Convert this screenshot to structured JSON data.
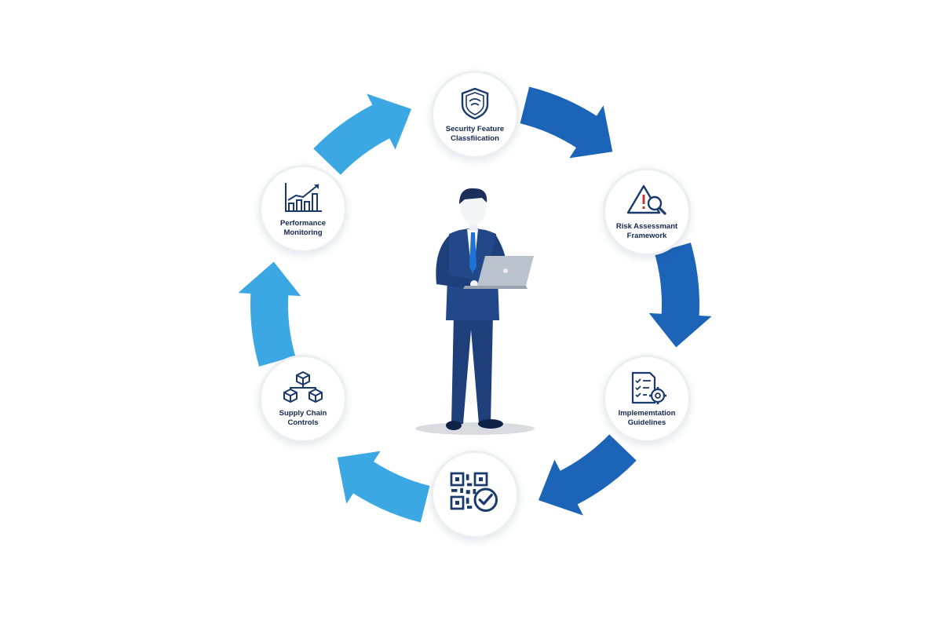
{
  "cycle": {
    "colors": {
      "arrow_light": "#3ba8e4",
      "arrow_dark": "#1c64b8",
      "icon": "#1a3a6e",
      "text": "#14284f"
    },
    "nodes": [
      {
        "id": "security",
        "label": "Security Feature\nClassfiication",
        "icon": "shield-icon"
      },
      {
        "id": "risk",
        "label": "Risk Assessmant\nFramework",
        "icon": "warning-magnifier-icon"
      },
      {
        "id": "implementation",
        "label": "Implememtation\nGuidelines",
        "icon": "checklist-gear-icon"
      },
      {
        "id": "verification",
        "label": "",
        "icon": "qr-code-check-icon"
      },
      {
        "id": "supply",
        "label": "Supply Chain\nControls",
        "icon": "cubes-network-icon"
      },
      {
        "id": "performance",
        "label": "Performance\nMonitoring",
        "icon": "bar-chart-trend-icon"
      }
    ]
  },
  "center_figure": {
    "icon": "businessman-laptop-icon"
  }
}
